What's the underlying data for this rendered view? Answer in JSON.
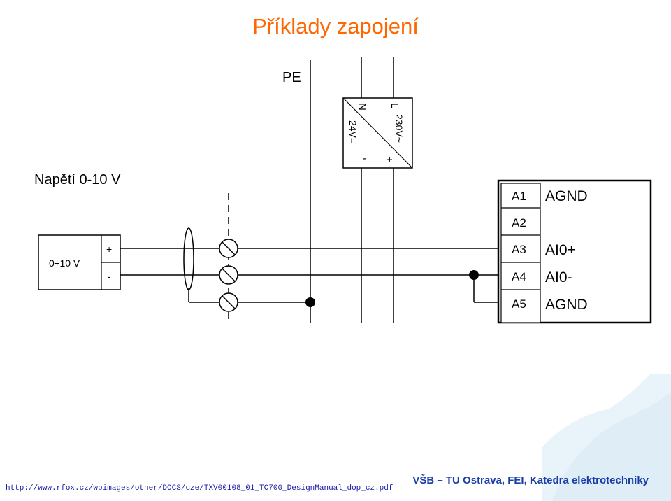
{
  "title": "Příklady zapojení",
  "subtitle": "Napětí 0-10 V",
  "source_url": "http://www.rfox.cz/wpimages/other/DOCS/cze/TXV00108_01_TC700_DesignManual_dop_cz.pdf",
  "footer": "VŠB – TU Ostrava, FEI, Katedra elektrotechniky",
  "diagram": {
    "pe_label": "PE",
    "power_supply": {
      "n": "N",
      "l": "L",
      "out": "24V=",
      "in": "230V~",
      "minus": "-",
      "plus": "+"
    },
    "sensor": {
      "label": "0÷10 V",
      "plus": "+",
      "minus": "-"
    },
    "terminals": [
      "A1",
      "A2",
      "A3",
      "A4",
      "A5"
    ],
    "signals": [
      "AGND",
      "",
      "AI0+",
      "AI0-",
      "AGND"
    ]
  }
}
